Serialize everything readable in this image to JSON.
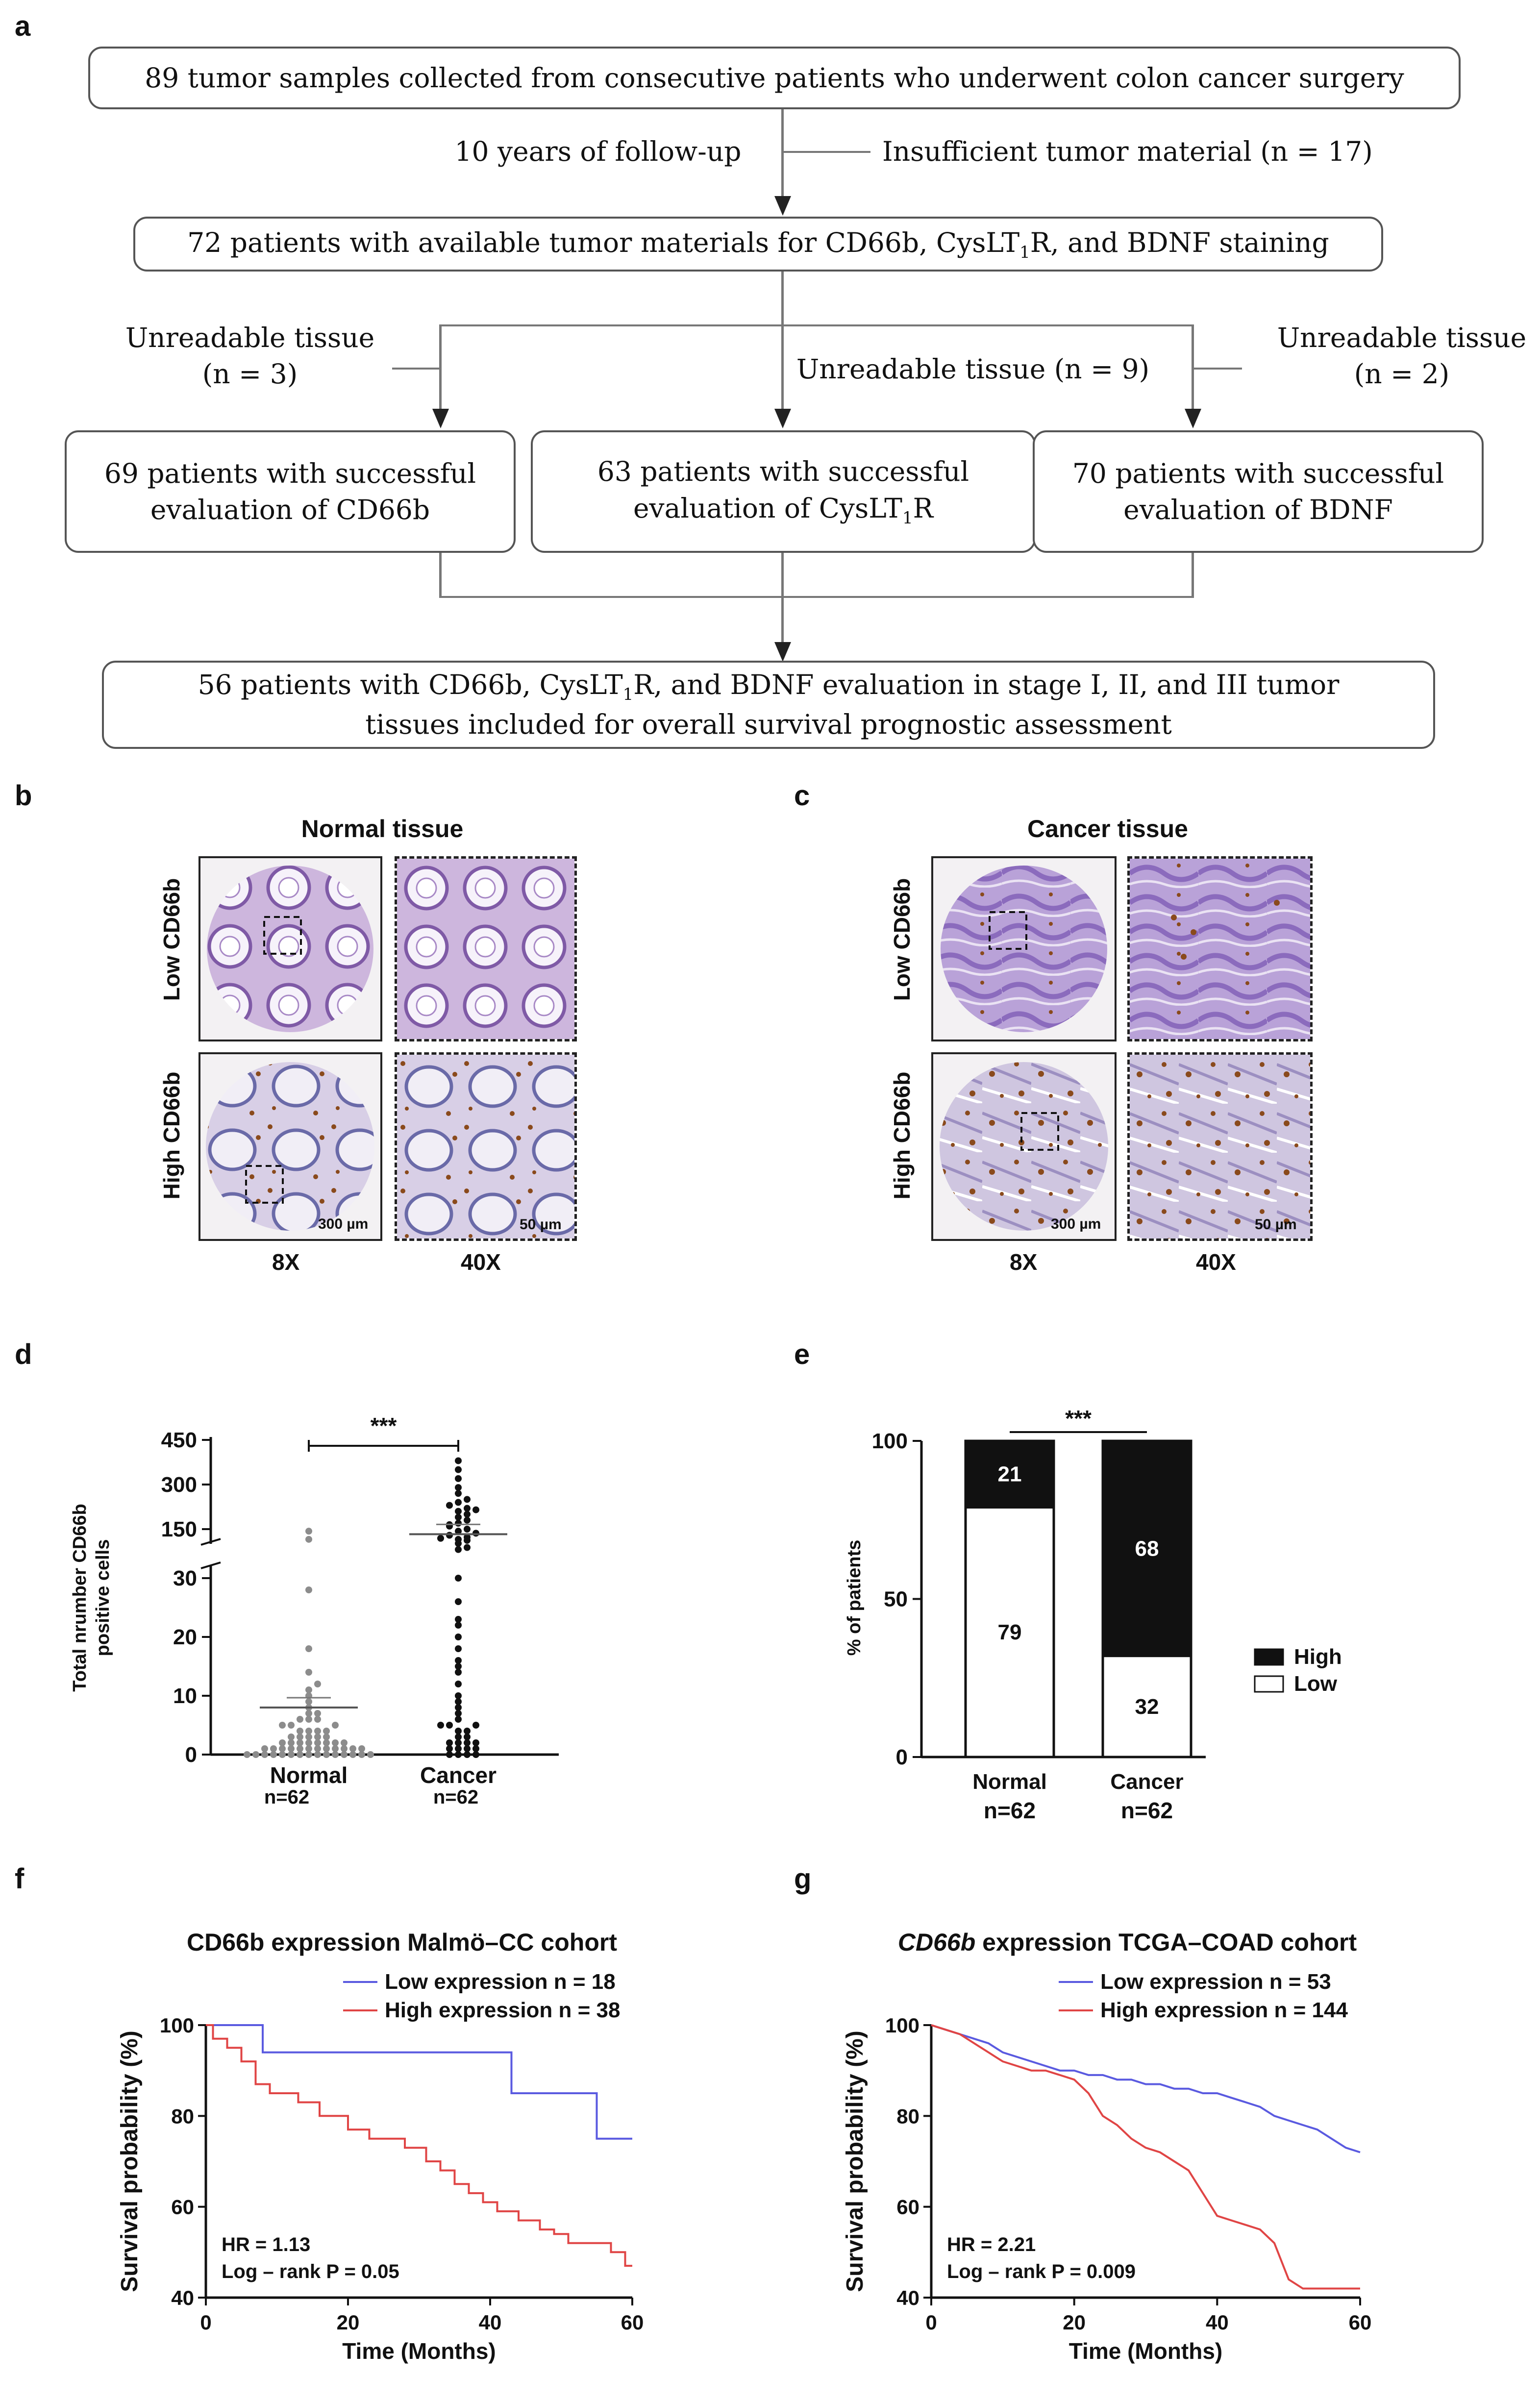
{
  "panel_letters": {
    "a": "a",
    "b": "b",
    "c": "c",
    "d": "d",
    "e": "e",
    "f": "f",
    "g": "g"
  },
  "flowchart": {
    "box1": "89 tumor samples collected from consecutive patients who underwent colon cancer surgery",
    "followup": "10 years of follow-up",
    "insufficient": "Insufficient tumor material (n = 17)",
    "box2_a": "72 patients with available tumor materials for CD66b, CysLT",
    "box2_sub": "1",
    "box2_b": "R, and BDNF staining",
    "unreadable_left_1": "Unreadable tissue",
    "unreadable_left_2": "(n = 3)",
    "unreadable_mid": "Unreadable tissue (n = 9)",
    "unreadable_right_1": "Unreadable tissue",
    "unreadable_right_2": "(n = 2)",
    "box3_1": "69 patients with successful",
    "box3_2": "evaluation of CD66b",
    "box4_1": "63 patients with successful",
    "box4_2a": "evaluation of CysLT",
    "box4_sub": "1",
    "box4_2b": "R",
    "box5_1": "70 patients with successful",
    "box5_2": "evaluation of BDNF",
    "box6_1a": "56 patients with CD66b, CysLT",
    "box6_sub": "1",
    "box6_1b": "R, and BDNF evaluation in stage I, II, and III tumor",
    "box6_2": "tissues included for overall survival prognostic assessment"
  },
  "panel_b": {
    "title": "Normal tissue",
    "row_low": "Low CD66b",
    "row_high": "High CD66b",
    "scale_8x": "300 µm",
    "scale_40x": "50 µm",
    "mag_8x": "8X",
    "mag_40x": "40X",
    "colors": {
      "tissue": "#cdb8dc",
      "stain": "#8a4a1c"
    }
  },
  "panel_c": {
    "title": "Cancer tissue",
    "row_low": "Low CD66b",
    "row_high": "High CD66b",
    "scale_8x": "300 µm",
    "scale_40x": "50 µm",
    "mag_8x": "8X",
    "mag_40x": "40X"
  },
  "chart_data": [
    {
      "panel": "d",
      "type": "scatter",
      "ylabel_1": "Total nrumber CD66b",
      "ylabel_2": "positive cells",
      "y_ticks_upper": [
        "150",
        "300",
        "450"
      ],
      "y_ticks_lower": [
        "0",
        "10",
        "20",
        "30"
      ],
      "categories": [
        "Normal",
        "Cancer"
      ],
      "n_labels": [
        "n=62",
        "n=62"
      ],
      "significance": "***",
      "series": [
        {
          "name": "Normal",
          "mean": 8,
          "values": [
            0,
            0,
            0,
            0,
            0,
            0,
            0,
            0,
            0,
            0,
            0,
            0,
            0,
            0,
            1,
            1,
            1,
            1,
            1,
            1,
            1,
            1,
            1,
            1,
            1,
            2,
            2,
            2,
            2,
            2,
            2,
            2,
            2,
            3,
            3,
            3,
            3,
            3,
            4,
            4,
            4,
            4,
            5,
            5,
            5,
            6,
            6,
            6,
            7,
            7,
            8,
            9,
            10,
            11,
            12,
            14,
            18,
            28,
            100,
            140,
            0,
            1
          ]
        },
        {
          "name": "Cancer",
          "mean": 125,
          "values": [
            0,
            0,
            0,
            1,
            1,
            1,
            1,
            2,
            2,
            2,
            3,
            3,
            4,
            4,
            5,
            5,
            6,
            7,
            8,
            10,
            12,
            14,
            16,
            18,
            20,
            23,
            26,
            30,
            50,
            80,
            95,
            100,
            110,
            120,
            130,
            140,
            150,
            160,
            170,
            180,
            190,
            200,
            210,
            220,
            230,
            240,
            250,
            270,
            290,
            320,
            350,
            380,
            0,
            2,
            5,
            9,
            15,
            22,
            60,
            105,
            165,
            215
          ]
        }
      ]
    },
    {
      "panel": "e",
      "type": "bar",
      "stacked": true,
      "ylabel": "% of patients",
      "y_ticks": [
        "0",
        "50",
        "100"
      ],
      "categories": [
        "Normal",
        "Cancer"
      ],
      "n_labels": [
        "n=62",
        "n=62"
      ],
      "significance": "***",
      "series": [
        {
          "name": "Low",
          "values": [
            79,
            32
          ],
          "color": "#ffffff"
        },
        {
          "name": "High",
          "values": [
            21,
            68
          ],
          "color": "#111111"
        }
      ],
      "legend": [
        "High",
        "Low"
      ]
    },
    {
      "panel": "f",
      "type": "line",
      "title": "CD66b expression Malmö–CC cohort",
      "xlabel": "Time (Months)",
      "ylabel": "Survival probability (%)",
      "xlim": [
        0,
        60
      ],
      "ylim": [
        40,
        100
      ],
      "x_ticks": [
        "0",
        "20",
        "40",
        "60"
      ],
      "y_ticks": [
        "40",
        "60",
        "80",
        "100"
      ],
      "legend": [
        "Low expression n = 18",
        "High expression n = 38"
      ],
      "hr": "HR = 1.13",
      "logrank": "Log – rank P = 0.05",
      "series": [
        {
          "name": "Low expression n = 18",
          "color": "#5a5ae0",
          "x": [
            0,
            8,
            8,
            43,
            43,
            55,
            55,
            60
          ],
          "y": [
            100,
            100,
            94,
            94,
            85,
            85,
            75,
            75
          ]
        },
        {
          "name": "High expression n = 38",
          "color": "#e04545",
          "x": [
            0,
            1,
            1,
            3,
            3,
            5,
            5,
            7,
            7,
            9,
            9,
            13,
            13,
            16,
            16,
            20,
            20,
            23,
            23,
            28,
            28,
            31,
            31,
            33,
            33,
            35,
            35,
            37,
            37,
            39,
            39,
            41,
            41,
            44,
            44,
            47,
            47,
            49,
            49,
            51,
            51,
            54,
            54,
            57,
            57,
            59,
            59,
            60
          ],
          "y": [
            100,
            100,
            97,
            97,
            95,
            95,
            92,
            92,
            87,
            87,
            85,
            85,
            83,
            83,
            80,
            80,
            77,
            77,
            75,
            75,
            73,
            73,
            70,
            70,
            68,
            68,
            65,
            65,
            63,
            63,
            61,
            61,
            59,
            59,
            57,
            57,
            55,
            55,
            54,
            54,
            52,
            52,
            52,
            52,
            50,
            50,
            47,
            47
          ]
        }
      ]
    },
    {
      "panel": "g",
      "type": "line",
      "title_italic": "CD66b",
      "title_rest": " expression TCGA–COAD cohort",
      "xlabel": "Time (Months)",
      "ylabel": "Survival probability (%)",
      "xlim": [
        0,
        60
      ],
      "ylim": [
        40,
        100
      ],
      "x_ticks": [
        "0",
        "20",
        "40",
        "60"
      ],
      "y_ticks": [
        "40",
        "60",
        "80",
        "100"
      ],
      "legend": [
        "Low expression  n =  53",
        "High expression n = 144"
      ],
      "hr": "HR = 2.21",
      "logrank": "Log – rank P = 0.009",
      "series": [
        {
          "name": "Low expression  n =  53",
          "color": "#5a5ae0",
          "x": [
            0,
            2,
            4,
            6,
            8,
            10,
            12,
            14,
            16,
            18,
            20,
            22,
            24,
            26,
            28,
            30,
            32,
            34,
            36,
            38,
            40,
            42,
            44,
            46,
            48,
            50,
            52,
            54,
            56,
            58,
            60
          ],
          "y": [
            100,
            99,
            98,
            97,
            96,
            94,
            93,
            92,
            91,
            90,
            90,
            89,
            89,
            88,
            88,
            87,
            87,
            86,
            86,
            85,
            85,
            84,
            83,
            82,
            80,
            79,
            78,
            77,
            75,
            73,
            72
          ]
        },
        {
          "name": "High expression n = 144",
          "color": "#e04545",
          "x": [
            0,
            2,
            4,
            6,
            8,
            10,
            12,
            14,
            16,
            18,
            20,
            22,
            24,
            26,
            28,
            30,
            32,
            34,
            36,
            38,
            40,
            42,
            44,
            46,
            48,
            50,
            52,
            54,
            56,
            58,
            60
          ],
          "y": [
            100,
            99,
            98,
            96,
            94,
            92,
            91,
            90,
            90,
            89,
            88,
            85,
            80,
            78,
            75,
            73,
            72,
            70,
            68,
            63,
            58,
            57,
            56,
            55,
            52,
            44,
            42,
            42,
            42,
            42,
            42
          ]
        }
      ]
    }
  ]
}
